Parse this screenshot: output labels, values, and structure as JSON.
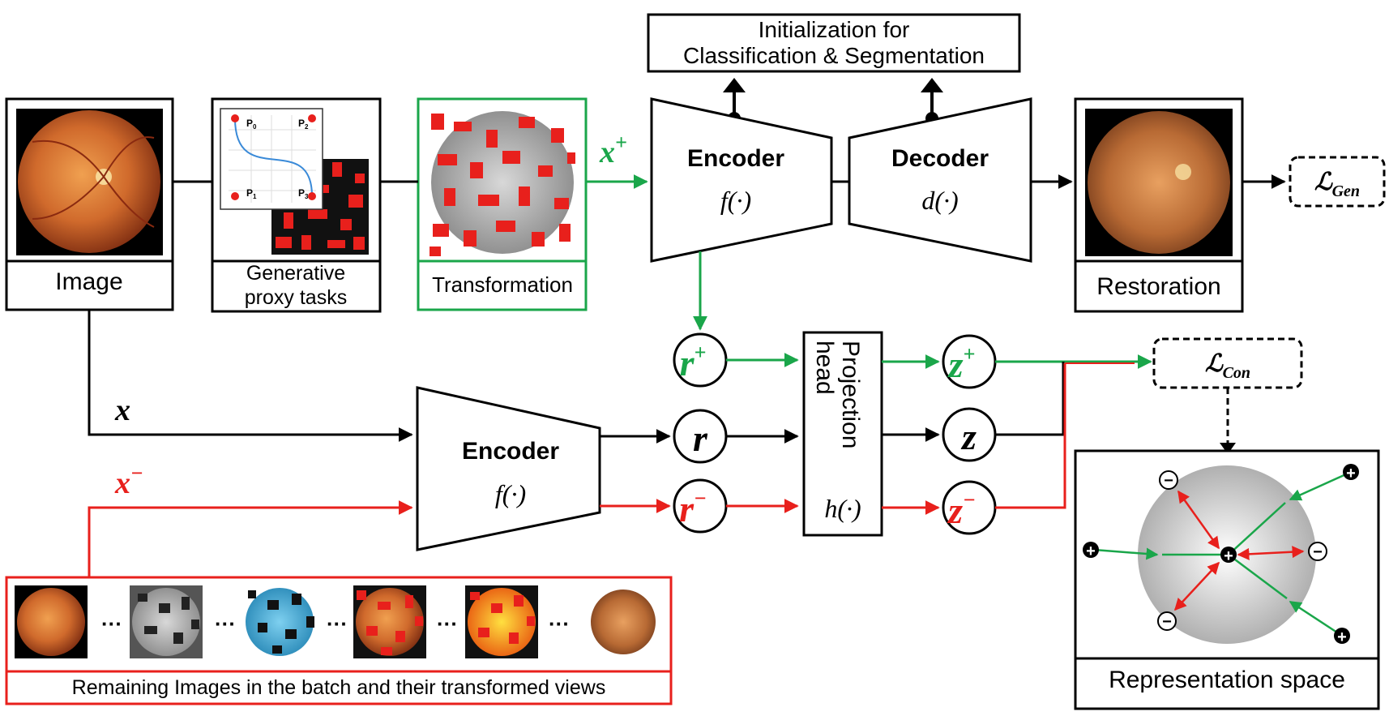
{
  "init_box": {
    "line1": "Initialization for",
    "line2": "Classification & Segmentation"
  },
  "image_caption": "Image",
  "proxy_caption": {
    "line1": "Generative",
    "line2": "proxy tasks"
  },
  "bezier_points": {
    "p0": "P",
    "p0_sub": "0",
    "p1": "P",
    "p1_sub": "1",
    "p2": "P",
    "p2_sub": "2",
    "p3": "P",
    "p3_sub": "3"
  },
  "transformation_caption": "Transformation",
  "restoration_caption": "Restoration",
  "encoder_top": {
    "title": "Encoder",
    "func": "f(·)"
  },
  "decoder": {
    "title": "Decoder",
    "func": "d(·)"
  },
  "encoder_bottom": {
    "title": "Encoder",
    "func": "f(·)"
  },
  "projection": {
    "title_line1": "Projection",
    "title_line2": "head",
    "func": "h(·)"
  },
  "x_plus": {
    "base": "x",
    "sup": "+"
  },
  "x_plain": "x",
  "x_minus": {
    "base": "x",
    "sup": "−"
  },
  "r_plus": {
    "base": "r",
    "sup": "+"
  },
  "r_plain": "r",
  "r_minus": {
    "base": "r",
    "sup": "−"
  },
  "z_plus": {
    "base": "z",
    "sup": "+"
  },
  "z_plain": "z",
  "z_minus": {
    "base": "z",
    "sup": "−"
  },
  "loss_gen": {
    "symbol": "ℒ",
    "sub": "Gen"
  },
  "loss_con": {
    "symbol": "ℒ",
    "sub": "Con"
  },
  "batch_caption": "Remaining Images in the batch and their transformed views",
  "ellipsis": "···",
  "representation_caption": "Representation space",
  "plus_sign": "+",
  "minus_sign": "−",
  "colors": {
    "green": "#1aa64a",
    "red": "#e8201c",
    "black": "#000000",
    "retina": "#c8622a"
  }
}
